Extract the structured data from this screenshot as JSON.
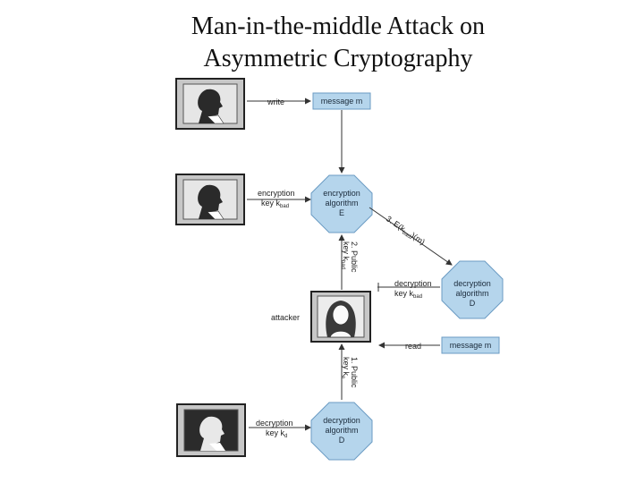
{
  "title": {
    "line1": "Man-in-the-middle Attack on",
    "line2": "Asymmetric Cryptography"
  },
  "labels": {
    "write": "write",
    "enc_key_line1": "encryption",
    "enc_key_line2": "key k",
    "enc_key_sub": "bad",
    "dec_key_top_line1": "decryption",
    "dec_key_top_line2": "key k",
    "dec_key_top_sub": "bad",
    "attacker": "attacker",
    "read": "read",
    "dec_key_bottom_line1": "decryption",
    "dec_key_bottom_line2": "key k",
    "dec_key_bottom_sub": "d"
  },
  "nodes": {
    "message_top": "message m",
    "encryption_line1": "encryption",
    "encryption_line2": "algorithm",
    "encryption_line3": "E",
    "decryption_right_line1": "decryption",
    "decryption_right_line2": "algorithm",
    "decryption_right_line3": "D",
    "message_right": "message m",
    "decryption_bottom_line1": "decryption",
    "decryption_bottom_line2": "algorithm",
    "decryption_bottom_line3": "D"
  },
  "steps": {
    "step3_main": "3. E(k",
    "step3_sub": "bad",
    "step3_tail": ")(m)",
    "step2_line1": "2. Public",
    "step2_line2": "key k",
    "step2_sub": "bad",
    "step1_line1": "1. Public",
    "step1_line2": "key k",
    "step1_sub": "e"
  },
  "colors": {
    "node_fill": "#b5d5ec",
    "node_stroke": "#6b9bc3",
    "arrow": "#333333"
  }
}
